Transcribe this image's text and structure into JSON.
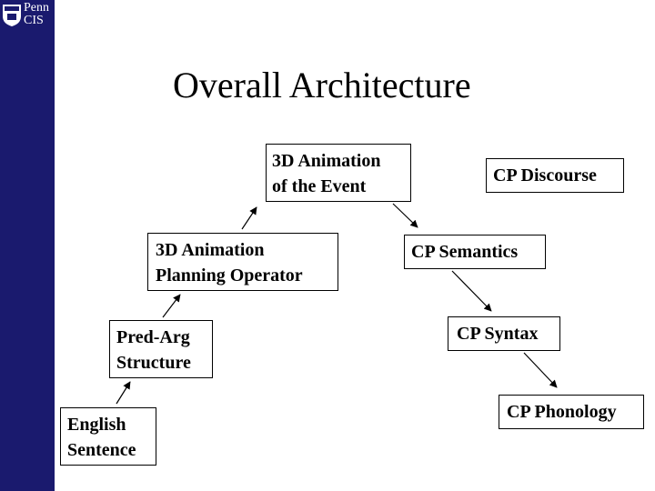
{
  "logo": {
    "line1": "Penn",
    "line2": "CIS"
  },
  "slide": {
    "title": "Overall Architecture"
  },
  "nodes": {
    "animation_event": [
      "3D Animation",
      "of the Event"
    ],
    "planning_operator": [
      "3D Animation",
      "Planning Operator"
    ],
    "pred_arg": [
      "Pred-Arg",
      "Structure"
    ],
    "english_sentence": [
      "English",
      "Sentence"
    ],
    "cp_discourse": [
      "CP Discourse"
    ],
    "cp_semantics": [
      "CP Semantics"
    ],
    "cp_syntax": [
      "CP Syntax"
    ],
    "cp_phonology": [
      "CP Phonology"
    ]
  },
  "colors": {
    "sidebar": "#1a1a6e",
    "text": "#000000"
  }
}
